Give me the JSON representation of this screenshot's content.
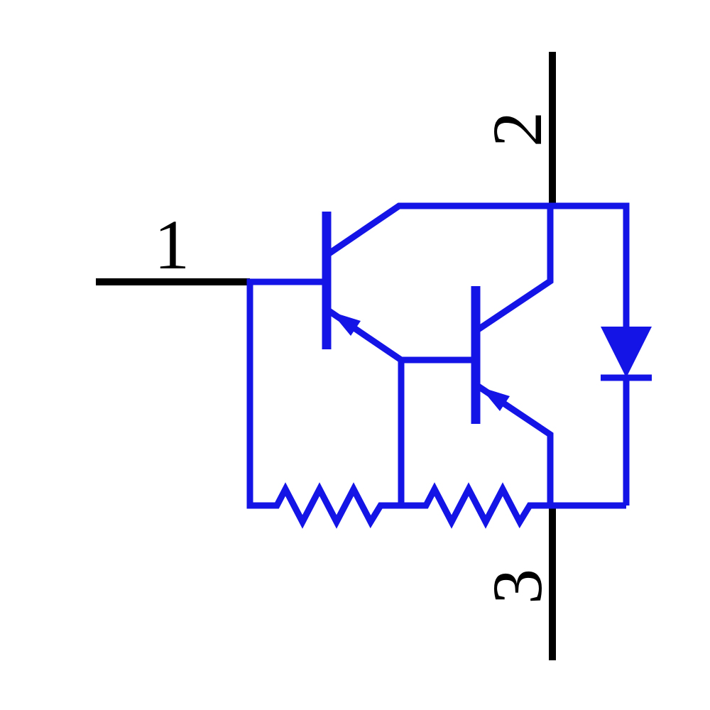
{
  "schematic": {
    "pins": [
      {
        "number": "1",
        "label": "1"
      },
      {
        "number": "2",
        "label": "2"
      },
      {
        "number": "3",
        "label": "3"
      }
    ],
    "components": [
      {
        "name": "pnp-transistor-q1"
      },
      {
        "name": "pnp-transistor-q2"
      },
      {
        "name": "resistor-r1"
      },
      {
        "name": "resistor-r2"
      },
      {
        "name": "diode-d1"
      }
    ]
  },
  "colors": {
    "circuit": "#1414e6",
    "terminal": "#000000",
    "label": "#000000",
    "background": "#ffffff"
  }
}
